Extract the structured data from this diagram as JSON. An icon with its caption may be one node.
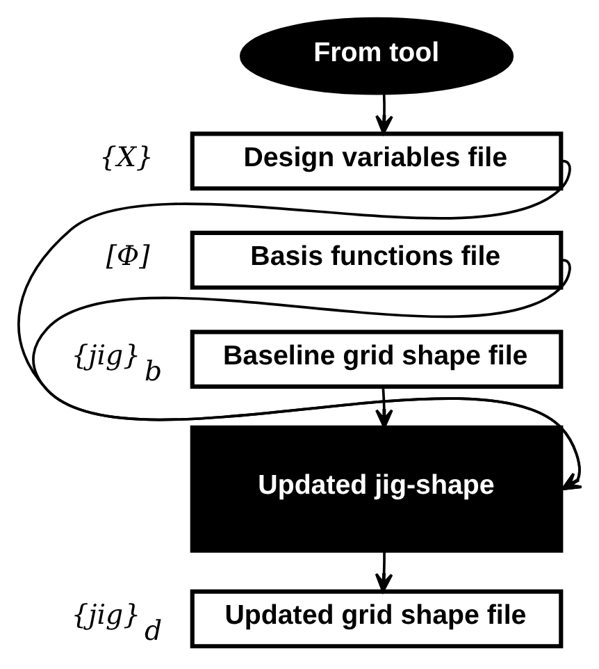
{
  "diagram": {
    "nodes": [
      {
        "text": [
          "From tool"
        ]
      },
      {
        "text": [
          "Design variables file"
        ],
        "beside": [
          "{X}"
        ]
      },
      {
        "text": [
          "Basis functions file"
        ],
        "beside": [
          "[Φ]"
        ]
      },
      {
        "text": [
          "Baseline grid shape file"
        ],
        "beside": [
          "{jig}$_{b}$"
        ]
      },
      {
        "text": [
          "Updated jig-shape"
        ]
      },
      {
        "text": [
          "Updated grid shape file"
        ],
        "beside": [
          "{jig}$_{d}$"
        ]
      }
    ],
    "edges": [
      {
        "from": 0,
        "to": 1,
        "arrow": "to"
      },
      {
        "from": 1,
        "to": 4,
        "arrow": "to"
      },
      {
        "from": 2,
        "to": 4,
        "arrow": "to"
      },
      {
        "from": 3,
        "to": 4,
        "arrow": "to"
      },
      {
        "from": 4,
        "to": 5,
        "arrow": "to"
      }
    ]
  }
}
